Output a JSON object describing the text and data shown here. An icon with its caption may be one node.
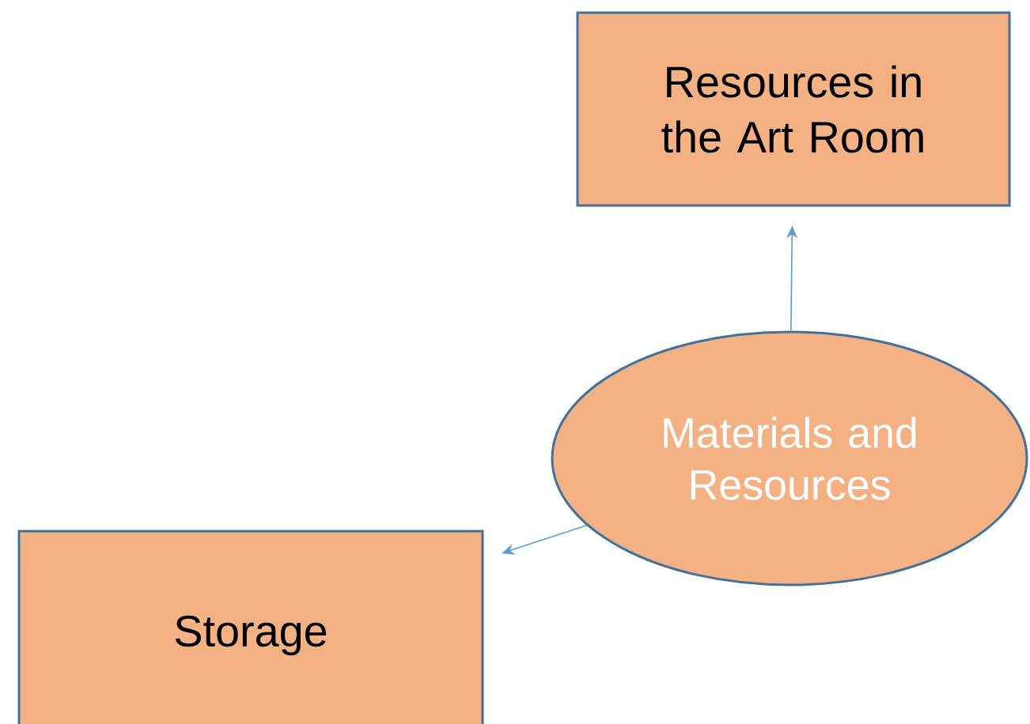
{
  "diagram": {
    "nodes": [
      {
        "text": [
          "Resources in the Art Room"
        ]
      },
      {
        "text": [
          "Materials and Resources"
        ]
      },
      {
        "text": [
          "Storage"
        ]
      }
    ],
    "edges": [
      {
        "from": 1,
        "to": 0,
        "arrow": "to"
      },
      {
        "from": 1,
        "to": 2,
        "arrow": "to"
      }
    ]
  }
}
